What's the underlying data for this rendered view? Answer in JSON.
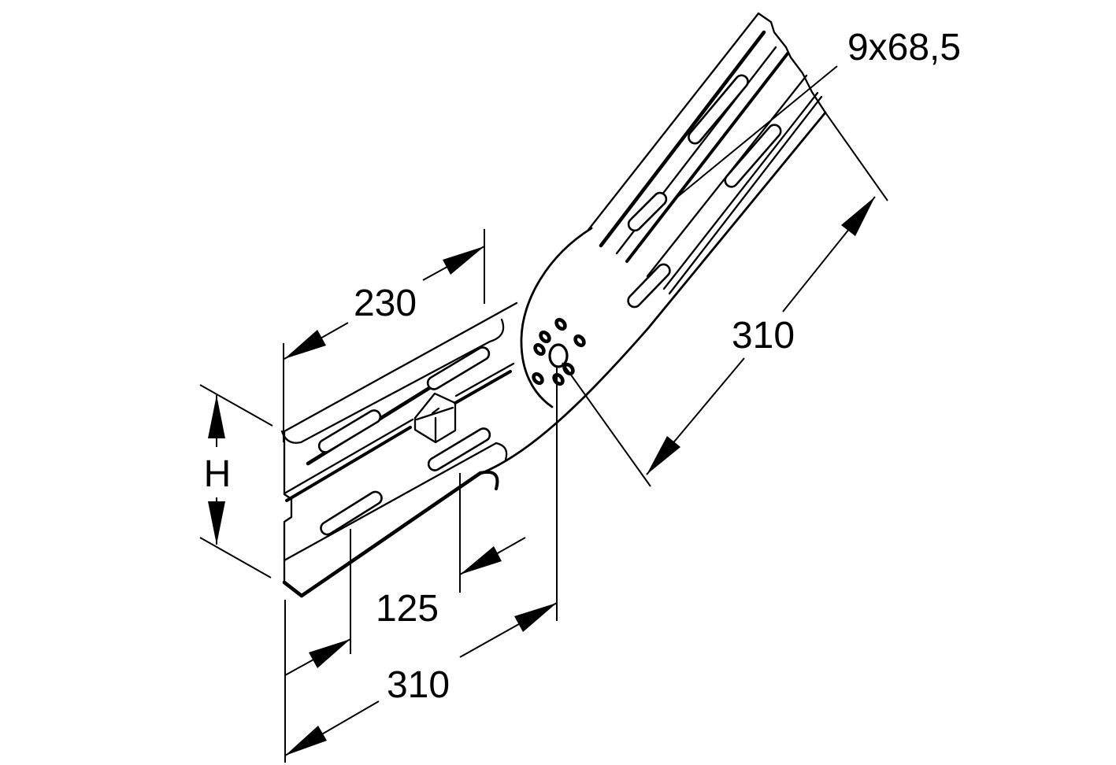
{
  "drawing": {
    "description": "Isometric technical line drawing of an adjustable hinged connector plate with slotted arms",
    "colors": {
      "ink": "#000000",
      "paper": "#ffffff"
    },
    "labels": {
      "top_length": "230",
      "height": "H",
      "slot_spacing": "125",
      "bottom_length": "310",
      "right_length": "310",
      "slot_pattern": "9x68,5"
    }
  }
}
